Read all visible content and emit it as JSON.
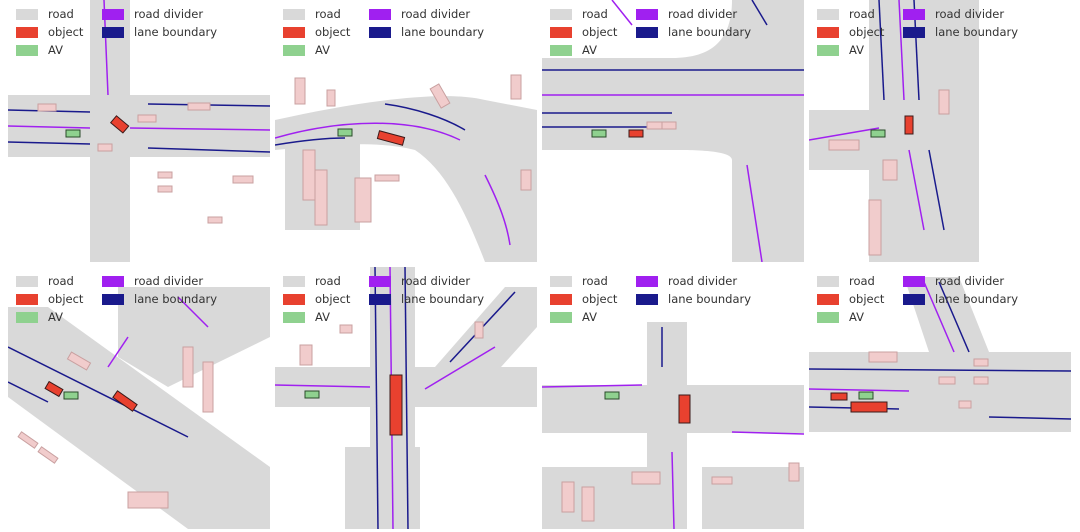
{
  "legend": {
    "road": "road",
    "object": "object",
    "av": "AV",
    "road_divider": "road divider",
    "lane_boundary": "lane boundary"
  },
  "colors": {
    "road": "#d9d9d9",
    "object": "#e8412f",
    "av": "#8fd18f",
    "road_divider": "#a020f0",
    "lane_boundary": "#1a1a8c",
    "ghost_object": "#f1cccc"
  },
  "panels": [
    {
      "scene": "four-way intersection"
    },
    {
      "scene": "curved road"
    },
    {
      "scene": "T-junction"
    },
    {
      "scene": "multi-lane road"
    },
    {
      "scene": "diagonal road"
    },
    {
      "scene": "crossroads"
    },
    {
      "scene": "crossroads"
    },
    {
      "scene": "wide intersection"
    }
  ]
}
